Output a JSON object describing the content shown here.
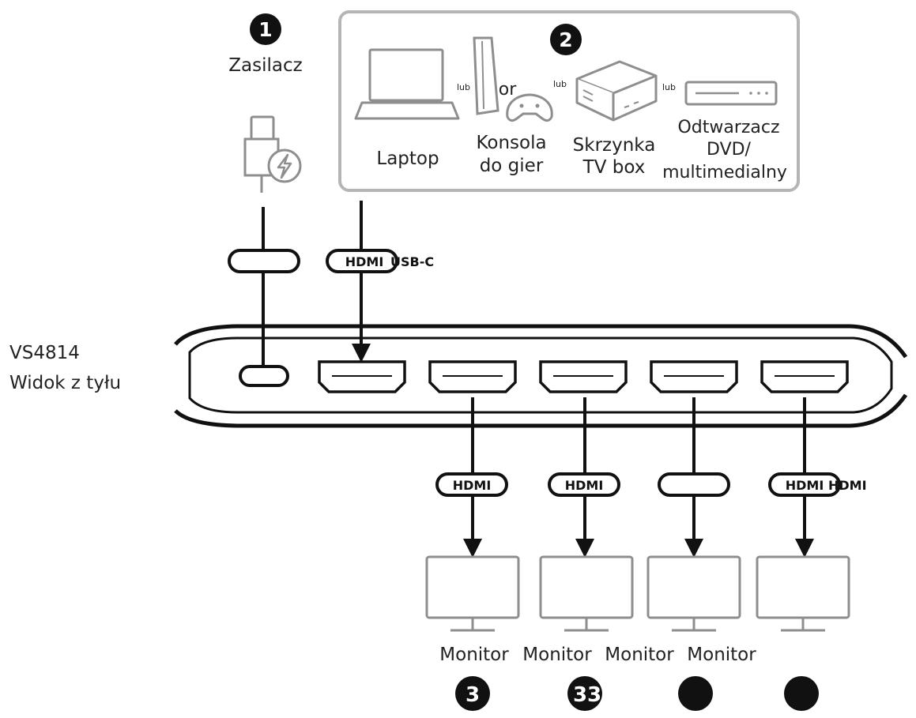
{
  "steps": {
    "power": {
      "number": "1",
      "label": "Zasilacz"
    },
    "sources": {
      "number": "2"
    },
    "monitors": [
      "3",
      "3",
      "",
      ""
    ],
    "monitor_3b_extra": "3"
  },
  "sources": {
    "items": [
      {
        "label_lines": [
          "Laptop"
        ]
      },
      {
        "label_lines": [
          "Konsola",
          "do gier"
        ],
        "overlay": "or"
      },
      {
        "label_lines": [
          "Skrzynka",
          "TV box"
        ]
      },
      {
        "label_lines": [
          "Odtwarzacz",
          "DVD/",
          "multimedialny"
        ]
      }
    ],
    "separators": [
      "lub",
      "lub",
      "lub"
    ]
  },
  "device": {
    "name": "VS4814",
    "view": "Widok z tyłu"
  },
  "connectors": {
    "power": "",
    "input": {
      "pill": "HDMI",
      "overlap": "USB-C"
    },
    "outputs": [
      {
        "pill": "HDMI",
        "overlap": ""
      },
      {
        "pill": "HDMI",
        "overlap": ""
      },
      {
        "pill": "",
        "overlap": ""
      },
      {
        "pill": "HDMI",
        "overlap": "HDMI"
      }
    ]
  },
  "monitors": {
    "labels": [
      "Monitor",
      "Monitor",
      "Monitor",
      "Monitor"
    ]
  },
  "colors": {
    "line": "#111111",
    "icon_gray": "#8e8e8e",
    "panel_border": "#b5b5b5",
    "badge": "#111111"
  },
  "icons": [
    "power-adapter-icon",
    "lightning-icon",
    "laptop-icon",
    "game-console-icon",
    "gamepad-icon",
    "tv-box-icon",
    "dvd-player-icon",
    "monitor-icon"
  ]
}
